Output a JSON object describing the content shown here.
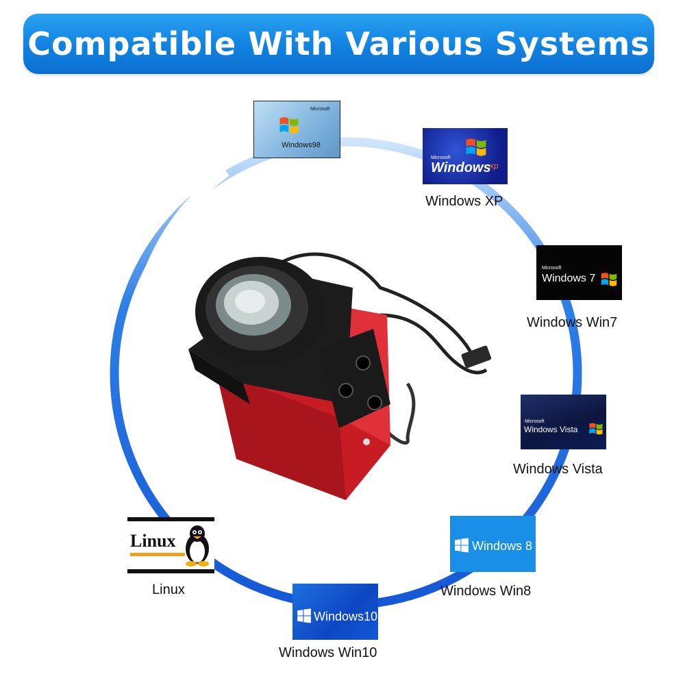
{
  "banner": {
    "title": "Compatible With Various Systems"
  },
  "colors": {
    "banner": "#1a8ae6",
    "ring": "#1f6fe0",
    "camera_body": "#d6202a"
  },
  "systems": {
    "win98": {
      "label": "",
      "tile_brand": "Microsoft",
      "tile_text": "Windows98"
    },
    "winxp": {
      "label": "Windows XP",
      "tile_brand": "Microsoft",
      "tile_text": "Windows",
      "tile_suffix": "xp"
    },
    "win7": {
      "label": "Windows Win7",
      "tile_brand": "Microsoft",
      "tile_text": "Windows 7"
    },
    "vista": {
      "label": "Windows Vista",
      "tile_brand": "Microsoft",
      "tile_text": "Windows Vista"
    },
    "win8": {
      "label": "Windows Win8",
      "tile_text": "Windows 8"
    },
    "win10": {
      "label": "Windows Win10",
      "tile_text": "Windows10"
    },
    "linux": {
      "label": "Linux",
      "tile_text": "Linux"
    }
  },
  "icons": [
    "windows-flag-icon",
    "windows-logo-icon",
    "tux-penguin-icon",
    "microscope-camera-icon"
  ]
}
